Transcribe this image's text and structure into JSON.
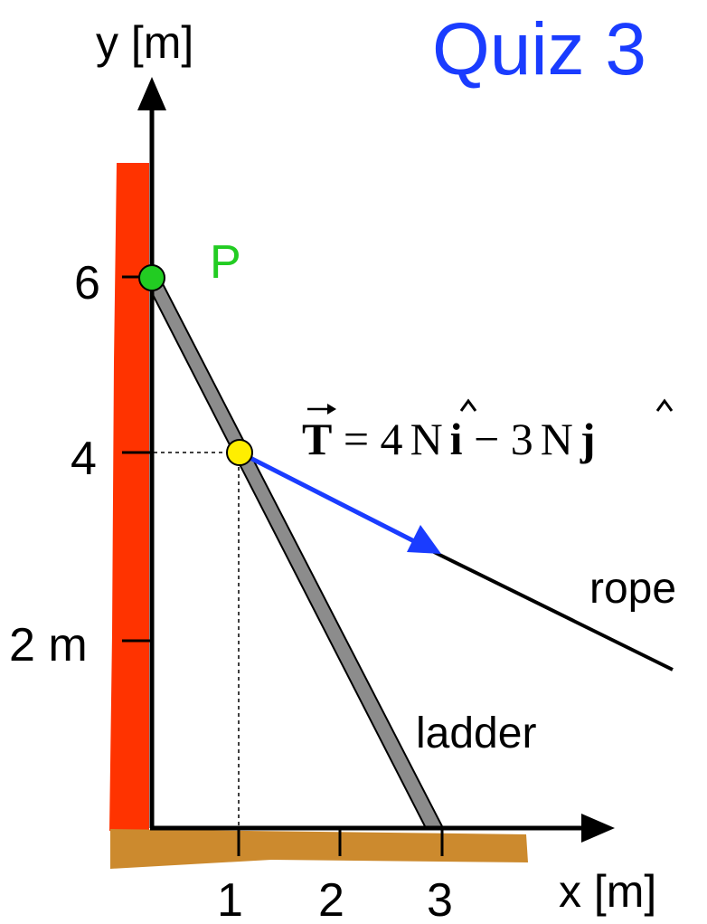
{
  "title": "Quiz 3",
  "y_axis_label": "y [m]",
  "x_axis_label": "x [m]",
  "y_ticks": [
    "6",
    "4",
    "2 m"
  ],
  "x_ticks": [
    "1",
    "2",
    "3"
  ],
  "point_label": "P",
  "equation": {
    "T": "T",
    "eq": " = 4",
    "N1": "N",
    "i": "i",
    "minus": " − 3",
    "N2": "N",
    "j": "j"
  },
  "rope_label": "rope",
  "ladder_label": "ladder",
  "colors": {
    "title": "#1a3cff",
    "wall": "#ff3300",
    "ground": "#cc8a2e",
    "ladder_fill": "#8c8c8c",
    "point_P": "#22cc22",
    "point_T": "#ffee00",
    "vector": "#1a3cff",
    "label_P": "#22cc22"
  }
}
